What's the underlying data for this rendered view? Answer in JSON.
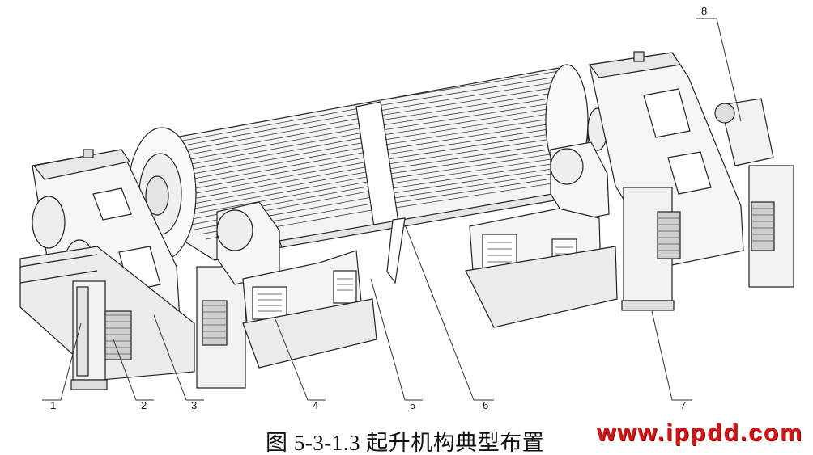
{
  "callouts": [
    "1",
    "2",
    "3",
    "4",
    "5",
    "6",
    "7",
    "8"
  ],
  "caption": "图 5-3-1.3 起升机构典型布置",
  "watermark": "www.ippdd.com"
}
